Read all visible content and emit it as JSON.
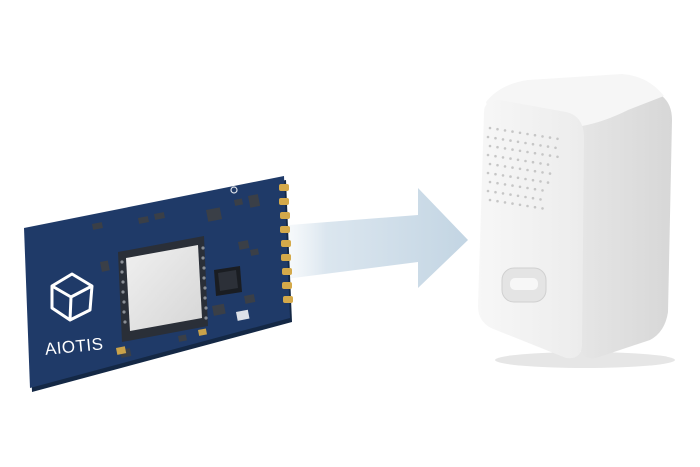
{
  "module": {
    "brand_text": "AIOTIS",
    "logo": "cube-logo",
    "board_color": "#1f3a68"
  },
  "arrow": {
    "icon": "arrow-right-icon",
    "color": "#c9d9e6"
  },
  "device": {
    "color": "#f3f3f3",
    "icon": "sensor-hub-device"
  }
}
